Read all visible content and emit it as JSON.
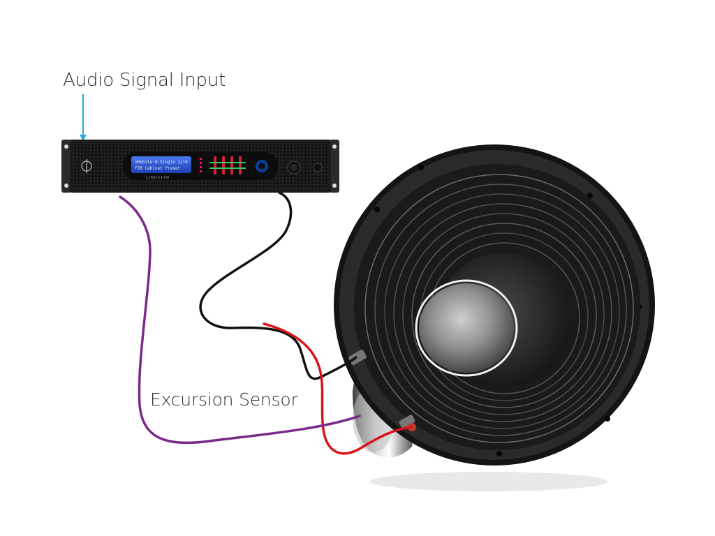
{
  "labels": {
    "audio_signal_input": "Audio Signal Input",
    "excursion_sensor": "Excursion Sensor"
  },
  "amplifier": {
    "model": "LINUS14D",
    "display_line_1": "1Mobile-H-Single 1/10",
    "display_line_2": "FIR Cabinet Preset"
  },
  "colors": {
    "pointer_arrow": "#29a8e0",
    "sensor_cable": "#7b2a8a",
    "speaker_positive_cable": "#d8141b",
    "speaker_negative_cable": "#111111",
    "amp_display": "#2b57d6",
    "amp_body": "#1b1b1b"
  }
}
